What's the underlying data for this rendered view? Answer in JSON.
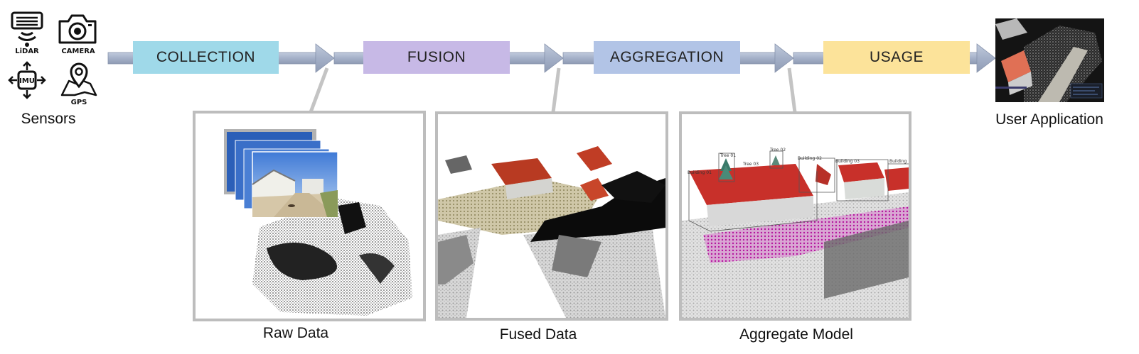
{
  "stages": [
    {
      "label": "COLLECTION",
      "color": "#9fd9e9"
    },
    {
      "label": "FUSION",
      "color": "#c7b9e6"
    },
    {
      "label": "AGGREGATION",
      "color": "#b2c4e6"
    },
    {
      "label": "USAGE",
      "color": "#fce39a"
    }
  ],
  "sensors": {
    "lidar": "LiDAR",
    "camera": "CAMERA",
    "imu": "IMU",
    "gps": "GPS",
    "caption": "Sensors"
  },
  "panels": {
    "raw": "Raw Data",
    "fused": "Fused Data",
    "aggregate": "Aggregate Model",
    "app": "User Application"
  },
  "aggregate_labels": [
    "Tree 01",
    "Tree 02",
    "Tree 03",
    "Building 01",
    "Building 02",
    "Building 03",
    "Building"
  ],
  "colors": {
    "arrow": "#a4b0c8",
    "arrow_edge": "#8894ad",
    "connector": "#c4c4c4",
    "panel_border": "#bdbdbd",
    "roof": "#c8302a",
    "overlay": "#b5159e"
  }
}
